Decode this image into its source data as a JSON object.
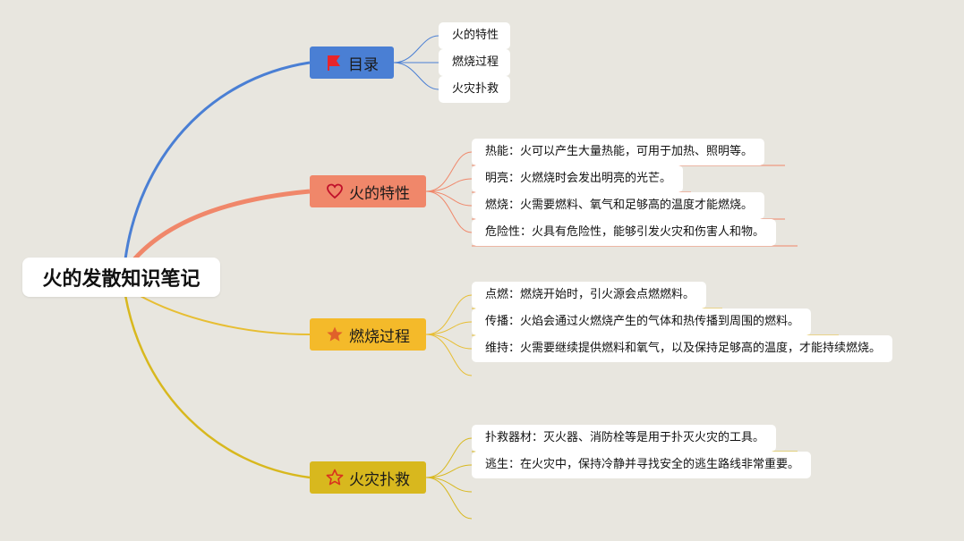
{
  "title": "火的发散知识笔记",
  "branches": [
    {
      "label": "目录",
      "icon": "flag-icon",
      "color": "#4a7fd4",
      "items": [
        "火的特性",
        "燃烧过程",
        "火灾扑救"
      ]
    },
    {
      "label": "火的特性",
      "icon": "heart-icon",
      "color": "#f0876a",
      "items": [
        "热能：火可以产生大量热能，可用于加热、照明等。",
        "明亮：火燃烧时会发出明亮的光芒。",
        "燃烧：火需要燃料、氧气和足够高的温度才能燃烧。",
        "危险性：火具有危险性，能够引发火灾和伤害人和物。"
      ]
    },
    {
      "label": "燃烧过程",
      "icon": "star-icon",
      "color": "#f4ba2a",
      "items": [
        "点燃：燃烧开始时，引火源会点燃燃料。",
        "传播：火焰会通过火燃烧产生的气体和热传播到周围的燃料。",
        "维持：火需要继续提供燃料和氧气，以及保持足够高的温度，才能持续燃烧。"
      ]
    },
    {
      "label": "火灾扑救",
      "icon": "star-outline-icon",
      "color": "#d8b81e",
      "items": [
        "扑救器材：灭火器、消防栓等是用于扑灭火灾的工具。",
        "逃生：在火灾中，保持冷静并寻找安全的逃生路线非常重要。"
      ]
    }
  ]
}
